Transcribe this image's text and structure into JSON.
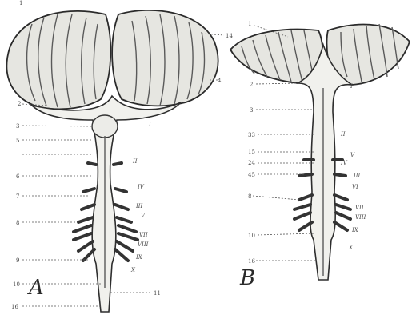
{
  "figure": {
    "panels": [
      {
        "letter": "A",
        "labels": [
          {
            "id": "a-1",
            "text": "1"
          },
          {
            "id": "a-2",
            "text": "2"
          },
          {
            "id": "a-3",
            "text": "3"
          },
          {
            "id": "a-4",
            "text": "4"
          },
          {
            "id": "a-5",
            "text": "5"
          },
          {
            "id": "a-6",
            "text": "6"
          },
          {
            "id": "a-7",
            "text": "7"
          },
          {
            "id": "a-8",
            "text": "8"
          },
          {
            "id": "a-9",
            "text": "9"
          },
          {
            "id": "a-10",
            "text": "10"
          },
          {
            "id": "a-11",
            "text": "11"
          },
          {
            "id": "a-16",
            "text": "16"
          },
          {
            "id": "a-14",
            "text": "14"
          },
          {
            "id": "a-I",
            "text": "I"
          },
          {
            "id": "a-II",
            "text": "II"
          },
          {
            "id": "a-IV",
            "text": "IV"
          },
          {
            "id": "a-III",
            "text": "III"
          },
          {
            "id": "a-V",
            "text": "V"
          },
          {
            "id": "a-VII",
            "text": "VII"
          },
          {
            "id": "a-VIII",
            "text": "VIII"
          },
          {
            "id": "a-IX",
            "text": "IX"
          },
          {
            "id": "a-X",
            "text": "X"
          }
        ]
      },
      {
        "letter": "B",
        "labels": [
          {
            "id": "b-1",
            "text": "1"
          },
          {
            "id": "b-2",
            "text": "2"
          },
          {
            "id": "b-3",
            "text": "3"
          },
          {
            "id": "b-33",
            "text": "33"
          },
          {
            "id": "b-15",
            "text": "15"
          },
          {
            "id": "b-24",
            "text": "24"
          },
          {
            "id": "b-45",
            "text": "45"
          },
          {
            "id": "b-8",
            "text": "8"
          },
          {
            "id": "b-10",
            "text": "10"
          },
          {
            "id": "b-16",
            "text": "16"
          },
          {
            "id": "b-I",
            "text": "I"
          },
          {
            "id": "b-II",
            "text": "II"
          },
          {
            "id": "b-V",
            "text": "V"
          },
          {
            "id": "b-IV",
            "text": "IV"
          },
          {
            "id": "b-III",
            "text": "III"
          },
          {
            "id": "b-VI",
            "text": "VI"
          },
          {
            "id": "b-VII",
            "text": "VII"
          },
          {
            "id": "b-VIII",
            "text": "VIII"
          },
          {
            "id": "b-IX",
            "text": "IX"
          },
          {
            "id": "b-X",
            "text": "X"
          }
        ]
      }
    ]
  }
}
